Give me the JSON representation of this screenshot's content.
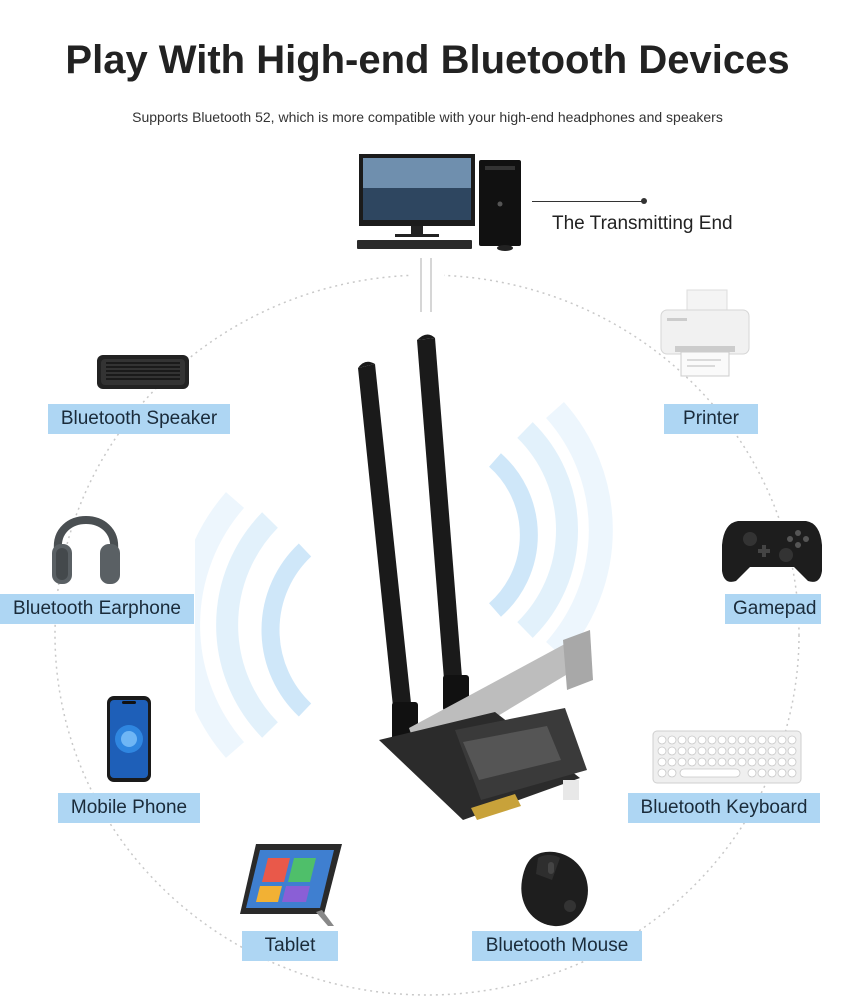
{
  "header": {
    "title": "Play With High-end Bluetooth Devices",
    "subtitle": "Supports Bluetooth 52, which is more compatible with your high-end headphones and speakers"
  },
  "transmitter": {
    "label": "The Transmitting End",
    "icons": [
      "monitor-icon",
      "pc-tower-icon",
      "keyboard-icon",
      "mouse-icon"
    ]
  },
  "center": {
    "icon": "bluetooth-pcie-card-icon"
  },
  "devices": [
    {
      "label": "Bluetooth Speaker",
      "icon": "speaker-icon"
    },
    {
      "label": "Printer",
      "icon": "printer-icon"
    },
    {
      "label": "Bluetooth Earphone",
      "icon": "headphones-icon"
    },
    {
      "label": "Gamepad",
      "icon": "gamepad-icon"
    },
    {
      "label": "Mobile Phone",
      "icon": "phone-icon"
    },
    {
      "label": "Bluetooth Keyboard",
      "icon": "keyboard-icon"
    },
    {
      "label": "Tablet",
      "icon": "tablet-icon"
    },
    {
      "label": "Bluetooth Mouse",
      "icon": "mouse-icon"
    }
  ],
  "colors": {
    "label_bg": "#aed6f3",
    "signal": "#7fc2ee",
    "text": "#222222"
  }
}
